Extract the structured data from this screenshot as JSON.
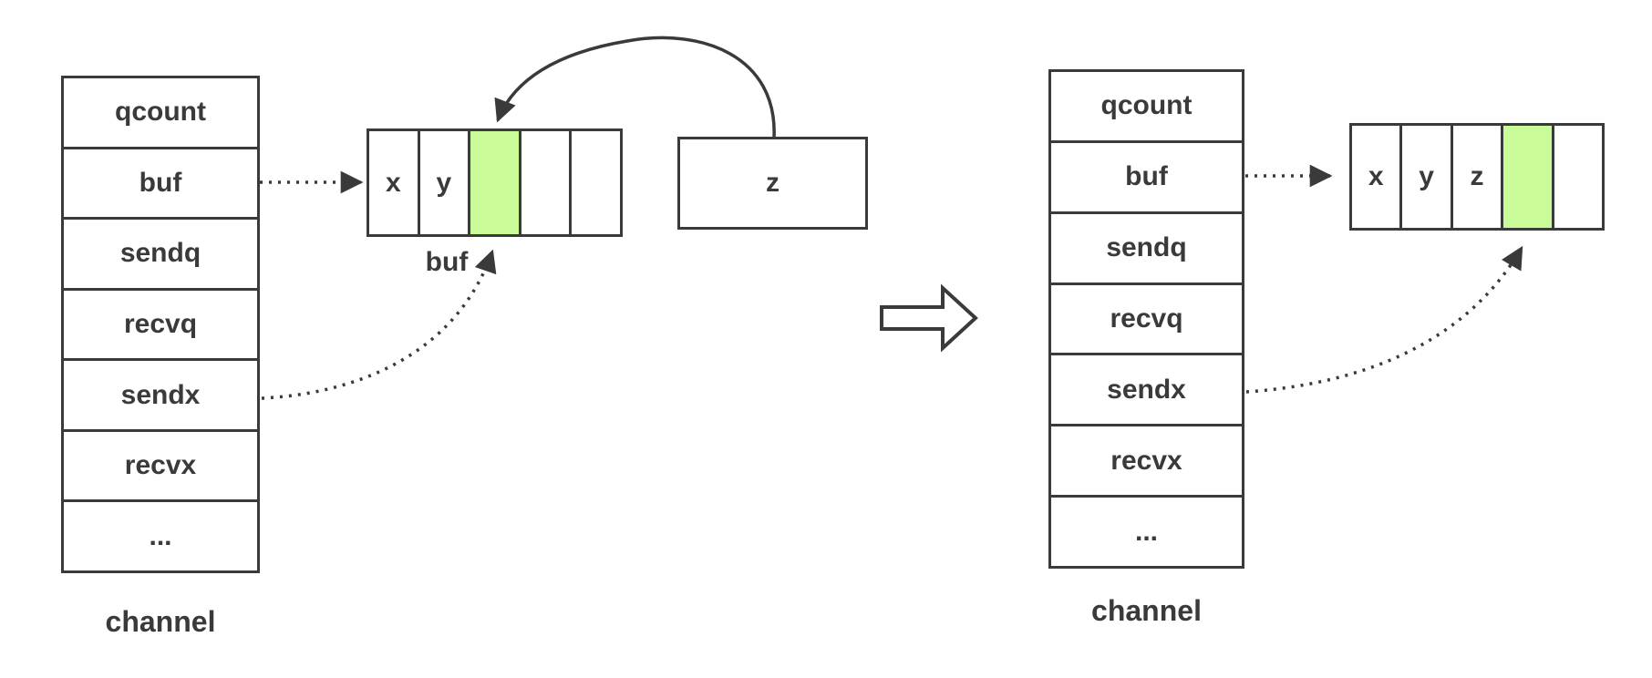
{
  "left_panel": {
    "struct": {
      "fields": [
        "qcount",
        "buf",
        "sendq",
        "recvq",
        "sendx",
        "recvx",
        "..."
      ],
      "caption": "channel"
    },
    "buffer": {
      "cells": [
        "x",
        "y",
        "",
        "",
        ""
      ],
      "highlight_index": 2,
      "label": "buf"
    },
    "incoming_value": "z"
  },
  "right_panel": {
    "struct": {
      "fields": [
        "qcount",
        "buf",
        "sendq",
        "recvq",
        "sendx",
        "recvx",
        "..."
      ],
      "caption": "channel"
    },
    "buffer": {
      "cells": [
        "x",
        "y",
        "z",
        "",
        ""
      ],
      "highlight_index": 3
    }
  },
  "colors": {
    "highlight_green": "#c9fc99",
    "line": "#3a3a3a",
    "background": "#ffffff"
  }
}
